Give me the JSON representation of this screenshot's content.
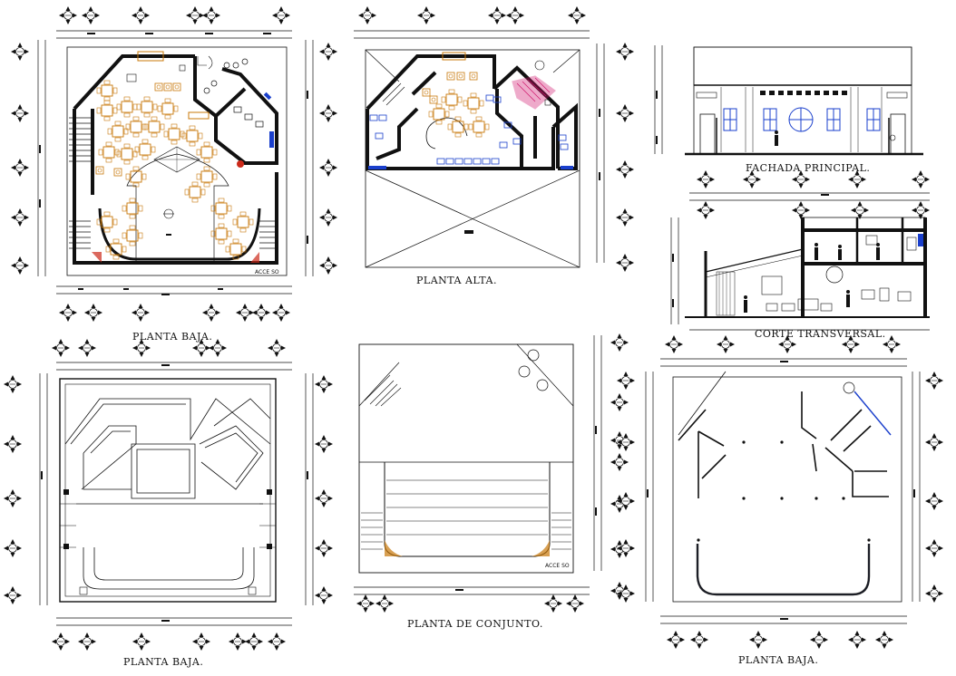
{
  "drawing": {
    "titles": {
      "planta_baja_1": "PLANTA BAJA.",
      "planta_alta": "PLANTA ALTA.",
      "fachada_principal": "FACHADA PRINCIPAL.",
      "corte_transversal": "CORTE TRANSVERSAL.",
      "planta_baja_2": "PLANTA BAJA.",
      "planta_conjunto": "PLANTA  DE CONJUNTO.",
      "planta_baja_3": "PLANTA BAJA."
    },
    "access_labels": {
      "planta_baja": "ACCE SO",
      "planta_conjunto": "ACCE SO"
    },
    "colors": {
      "line": "#111111",
      "furniture": "#c8780a",
      "blue_fixtures": "#1a3fcc",
      "magenta_hatch": "#d0106a",
      "red_planter": "#cc2a1a"
    }
  }
}
